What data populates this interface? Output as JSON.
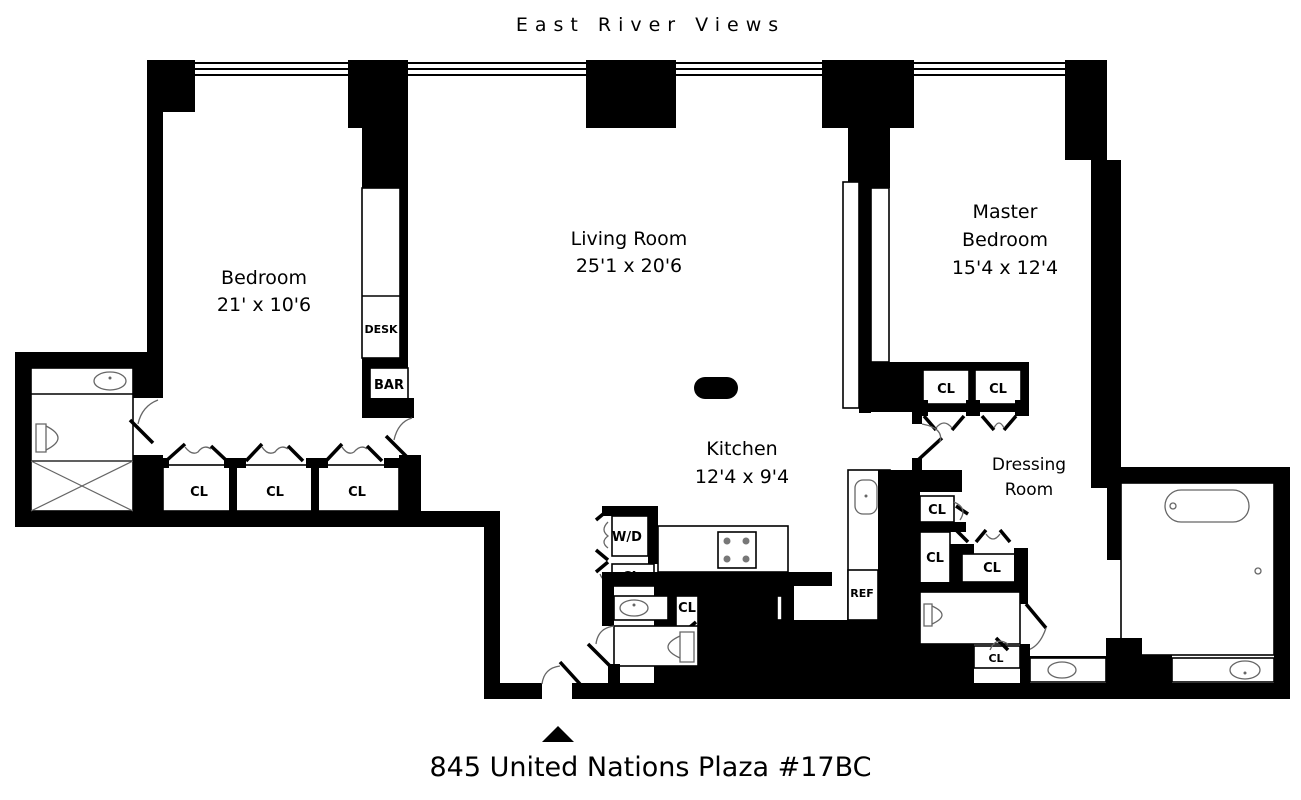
{
  "header": {
    "view_label": "East River Views"
  },
  "footer": {
    "address": "845 United Nations Plaza #17BC",
    "entry_marker": "entry-arrow"
  },
  "rooms": {
    "bedroom": {
      "name": "Bedroom",
      "dims": "21' x 10'6"
    },
    "living": {
      "name": "Living Room",
      "dims": "25'1 x 20'6"
    },
    "master": {
      "name_line1": "Master",
      "name_line2": "Bedroom",
      "dims": "15'4 x 12'4"
    },
    "kitchen": {
      "name": "Kitchen",
      "dims": "12'4 x 9'4"
    },
    "dressing": {
      "name_line1": "Dressing",
      "name_line2": "Room"
    }
  },
  "fixtures": {
    "desk": "DESK",
    "bar": "BAR",
    "wd": "W/D",
    "ref": "REF",
    "closet": "CL"
  },
  "colors": {
    "wall": "#000000",
    "background": "#ffffff",
    "fixture_line": "#666666"
  }
}
